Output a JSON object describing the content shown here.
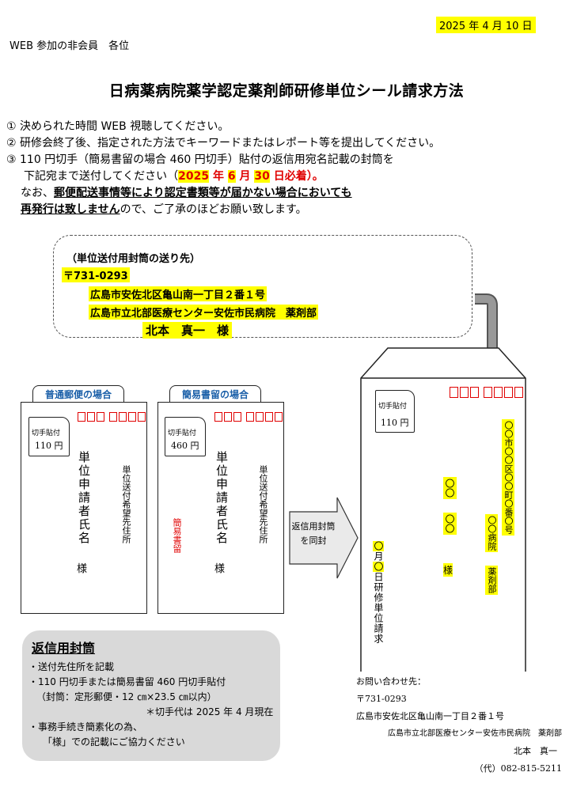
{
  "date": "2025 年 4 月 10 日",
  "addressee": "WEB 参加の非会員　各位",
  "title": "日病薬病院薬学認定薬剤師研修単位シール請求方法",
  "steps": {
    "s1": "①  決められた時間 WEB 視聴してください。",
    "s2": "②  研修会終了後、指定された方法でキーワードまたはレポート等を提出してください。",
    "s3a": "③  110 円切手（簡易書留の場合 460 円切手）貼付の返信用宛名記載の封筒を",
    "s3b_pre": "下記宛まで送付してください（",
    "s3b_deadline_1": "2025",
    "s3b_deadline_2": " 年 ",
    "s3b_deadline_3": "6",
    "s3b_deadline_4": " 月 ",
    "s3b_deadline_5": "30",
    "s3b_deadline_6": " 日必着）。",
    "note1_pre": "なお、",
    "note1_u": "郵便配送事情等により認定書類等が届かない場合においても",
    "note2_u": "再発行は致しません",
    "note2_post": "ので、ご了承のほどお願い致します。"
  },
  "mail_to": {
    "heading": "（単位送付用封筒の送り先）",
    "postal": "〒731-0293",
    "address": "広島市安佐北区亀山南一丁目２番１号",
    "hospital": "広島市立北部医療センター安佐市民病院　薬剤部",
    "person": "北本　真一　様"
  },
  "regular": {
    "tab": "普通郵便の場合",
    "stamp_label": "切手貼付",
    "stamp_value": "110 円",
    "name_line": "単位申請者氏名",
    "sama": "様",
    "address_line": "単位送付希望先住所"
  },
  "registered": {
    "tab": "簡易書留の場合",
    "stamp_label": "切手貼付",
    "stamp_value": "460 円",
    "name_line": "単位申請者氏名",
    "sama": "様",
    "address_line": "単位送付希望先住所",
    "registered_mark": "簡易書留"
  },
  "arrow_label": "返信用封筒を同封",
  "big_envelope": {
    "stamp_label": "切手貼付",
    "stamp_value": "110 円",
    "address": "〇〇市〇〇区〇〇町〇番〇号",
    "hospital_a": "〇〇病院",
    "hospital_b": "薬剤部",
    "name_a": "〇〇",
    "name_b": "〇〇",
    "sama": "様",
    "month": "〇",
    "month_char": "月",
    "day": "〇",
    "note_rest": "日研修単位請求"
  },
  "reply_box": {
    "title": "返信用封筒",
    "l1": "・送付先住所を記載",
    "l2": "・110 円切手または簡易書留 460 円切手貼付",
    "l3": "（封筒：定形郵便・12 ㎝×23.5 ㎝以内）",
    "l4": "＊切手代は 2025 年 4 月現在",
    "l5": "・事務手続き簡素化の為、",
    "l6": "「様」での記載にご協力ください"
  },
  "contact": {
    "heading": "お問い合わせ先：",
    "postal": "〒731-0293",
    "address": "広島市安佐北区亀山南一丁目２番１号",
    "hospital": "広島市立北部医療センター安佐市民病院　薬剤部",
    "person": "北本　真一",
    "phone": "（代）082-815-5211"
  },
  "colors": {
    "highlight": "#ffff00",
    "red": "#e00000",
    "blue": "#1a5fa8",
    "panel": "#d9d9d9"
  }
}
